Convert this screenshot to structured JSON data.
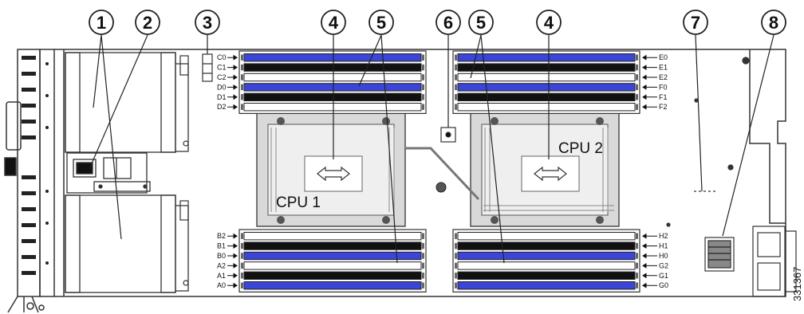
{
  "figure": {
    "id_label": "331367",
    "colors": {
      "blue_slot": "#3b46d8",
      "black_slot": "#111111",
      "outline": "#333333",
      "heatsink": "#d9d9d9",
      "board": "#ffffff"
    }
  },
  "callouts": [
    {
      "id": 1,
      "label": "1"
    },
    {
      "id": 2,
      "label": "2"
    },
    {
      "id": 3,
      "label": "3"
    },
    {
      "id": 4,
      "label": "4"
    },
    {
      "id": 5,
      "label": "5"
    },
    {
      "id": 6,
      "label": "6"
    },
    {
      "id": 7,
      "label": "7"
    },
    {
      "id": 8,
      "label": "8"
    },
    {
      "id": 9,
      "label": "4"
    },
    {
      "id": 10,
      "label": "5"
    }
  ],
  "cpus": [
    {
      "label": "CPU 1"
    },
    {
      "label": "CPU 2"
    }
  ],
  "dimm_banks": {
    "cpu1_top": {
      "slots": [
        {
          "label": "C0",
          "color": "blue"
        },
        {
          "label": "C1",
          "color": "black"
        },
        {
          "label": "C2",
          "color": "white"
        },
        {
          "label": "D0",
          "color": "blue"
        },
        {
          "label": "D1",
          "color": "black"
        },
        {
          "label": "D2",
          "color": "white"
        }
      ]
    },
    "cpu2_top": {
      "slots": [
        {
          "label": "E0",
          "color": "blue"
        },
        {
          "label": "E1",
          "color": "black"
        },
        {
          "label": "E2",
          "color": "white"
        },
        {
          "label": "F0",
          "color": "blue"
        },
        {
          "label": "F1",
          "color": "black"
        },
        {
          "label": "F2",
          "color": "white"
        }
      ]
    },
    "cpu1_bottom": {
      "slots": [
        {
          "label": "B2",
          "color": "white"
        },
        {
          "label": "B1",
          "color": "black"
        },
        {
          "label": "B0",
          "color": "blue"
        },
        {
          "label": "A2",
          "color": "white"
        },
        {
          "label": "A1",
          "color": "black"
        },
        {
          "label": "A0",
          "color": "blue"
        }
      ]
    },
    "cpu2_bottom": {
      "slots": [
        {
          "label": "H2",
          "color": "white"
        },
        {
          "label": "H1",
          "color": "black"
        },
        {
          "label": "H0",
          "color": "blue"
        },
        {
          "label": "G2",
          "color": "white"
        },
        {
          "label": "G1",
          "color": "black"
        },
        {
          "label": "G0",
          "color": "blue"
        }
      ]
    }
  }
}
